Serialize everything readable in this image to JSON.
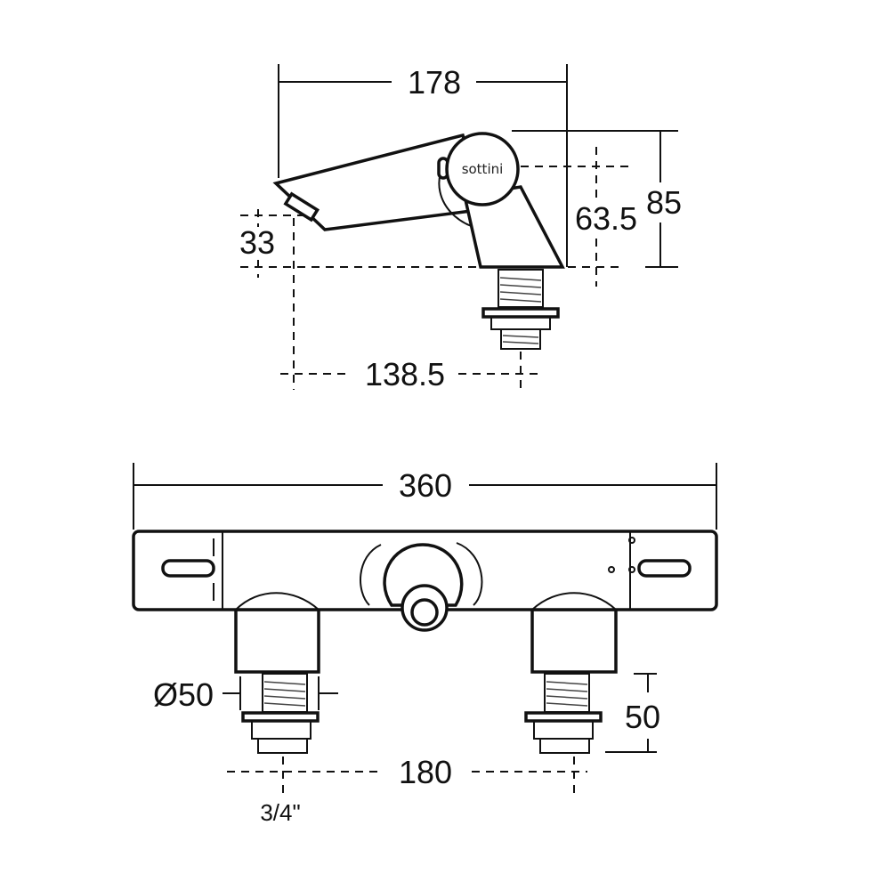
{
  "brand_logo": "sottini",
  "side_view": {
    "dimensions": {
      "overall_length": "178",
      "overall_height": "85",
      "outlet_height": "63.5",
      "spout_height": "33",
      "projection": "138.5"
    }
  },
  "front_view": {
    "dimensions": {
      "overall_width": "360",
      "inlet_diameter": "Ø50",
      "inlet_length": "50",
      "inlet_centres": "180",
      "thread_size": "3/4\""
    }
  }
}
